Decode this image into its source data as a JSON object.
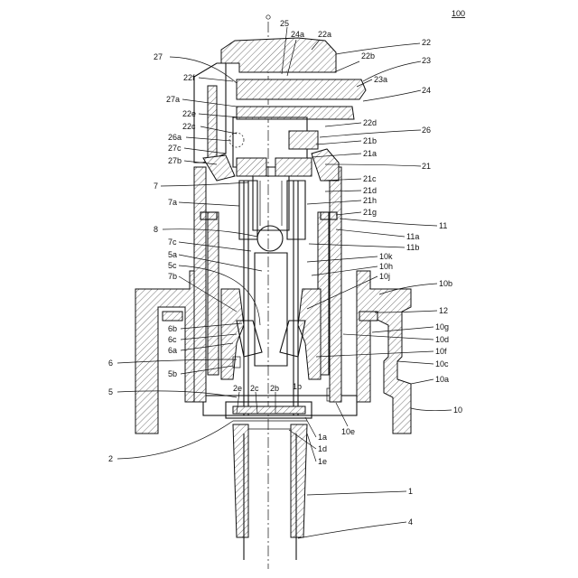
{
  "figure_number": "100",
  "labels": [
    {
      "id": "25",
      "text": "25"
    },
    {
      "id": "24a",
      "text": "24a"
    },
    {
      "id": "22a",
      "text": "22a"
    },
    {
      "id": "22",
      "text": "22"
    },
    {
      "id": "22b",
      "text": "22b"
    },
    {
      "id": "23",
      "text": "23"
    },
    {
      "id": "27",
      "text": "27"
    },
    {
      "id": "22f",
      "text": "22f"
    },
    {
      "id": "23a",
      "text": "23a"
    },
    {
      "id": "24",
      "text": "24"
    },
    {
      "id": "27a",
      "text": "27a"
    },
    {
      "id": "22e",
      "text": "22e"
    },
    {
      "id": "22d",
      "text": "22d"
    },
    {
      "id": "22c",
      "text": "22c"
    },
    {
      "id": "26",
      "text": "26"
    },
    {
      "id": "26a",
      "text": "26a"
    },
    {
      "id": "21b",
      "text": "21b"
    },
    {
      "id": "27c",
      "text": "27c"
    },
    {
      "id": "21a",
      "text": "21a"
    },
    {
      "id": "27b",
      "text": "27b"
    },
    {
      "id": "21",
      "text": "21"
    },
    {
      "id": "21c",
      "text": "21c"
    },
    {
      "id": "7",
      "text": "7"
    },
    {
      "id": "21d",
      "text": "21d"
    },
    {
      "id": "7a",
      "text": "7a"
    },
    {
      "id": "21h",
      "text": "21h"
    },
    {
      "id": "21g",
      "text": "21g"
    },
    {
      "id": "8",
      "text": "8"
    },
    {
      "id": "11",
      "text": "11"
    },
    {
      "id": "11a",
      "text": "11a"
    },
    {
      "id": "7c",
      "text": "7c"
    },
    {
      "id": "11b",
      "text": "11b"
    },
    {
      "id": "5a",
      "text": "5a"
    },
    {
      "id": "10k",
      "text": "10k"
    },
    {
      "id": "5c",
      "text": "5c"
    },
    {
      "id": "10h",
      "text": "10h"
    },
    {
      "id": "10j",
      "text": "10j"
    },
    {
      "id": "7b",
      "text": "7b"
    },
    {
      "id": "10b",
      "text": "10b"
    },
    {
      "id": "12",
      "text": "12"
    },
    {
      "id": "6b",
      "text": "6b"
    },
    {
      "id": "10g",
      "text": "10g"
    },
    {
      "id": "6c",
      "text": "6c"
    },
    {
      "id": "10d",
      "text": "10d"
    },
    {
      "id": "6a",
      "text": "6a"
    },
    {
      "id": "10f",
      "text": "10f"
    },
    {
      "id": "6",
      "text": "6"
    },
    {
      "id": "10c",
      "text": "10c"
    },
    {
      "id": "5b",
      "text": "5b"
    },
    {
      "id": "10a",
      "text": "10a"
    },
    {
      "id": "2e",
      "text": "2e"
    },
    {
      "id": "2c",
      "text": "2c"
    },
    {
      "id": "2b",
      "text": "2b"
    },
    {
      "id": "1b",
      "text": "1b"
    },
    {
      "id": "5",
      "text": "5"
    },
    {
      "id": "10",
      "text": "10"
    },
    {
      "id": "10e",
      "text": "10e"
    },
    {
      "id": "1a",
      "text": "1a"
    },
    {
      "id": "2",
      "text": "2"
    },
    {
      "id": "1d",
      "text": "1d"
    },
    {
      "id": "1e",
      "text": "1e"
    },
    {
      "id": "1",
      "text": "1"
    },
    {
      "id": "4",
      "text": "4"
    }
  ]
}
